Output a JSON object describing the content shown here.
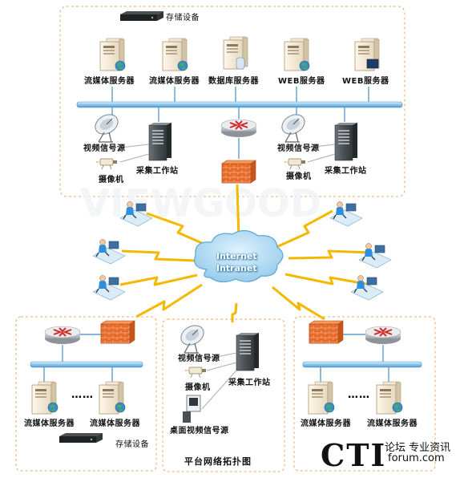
{
  "labels": {
    "storage": "存储设备",
    "streaming_server": "流媒体服务器",
    "db_server": "数据库服务器",
    "web_server": "WEB服务器",
    "video_source": "视频信号源",
    "camera": "摄像机",
    "capture_station": "采集工作站",
    "desktop_video_source": "桌面视频信号源",
    "platform_title": "平台网络拓扑图",
    "internet": "Internet",
    "intranet": "Intranet",
    "ellipsis": "……"
  },
  "watermark": {
    "brand": "CTI",
    "tagline": "论坛 专业资讯",
    "domain": "forum.com"
  },
  "colors": {
    "frame_dash": "#e8a866",
    "bus_blue": "#6ab0e0",
    "lightning": "#f5b800",
    "firewall": "#e86a28",
    "router": "#c8ccd2"
  }
}
